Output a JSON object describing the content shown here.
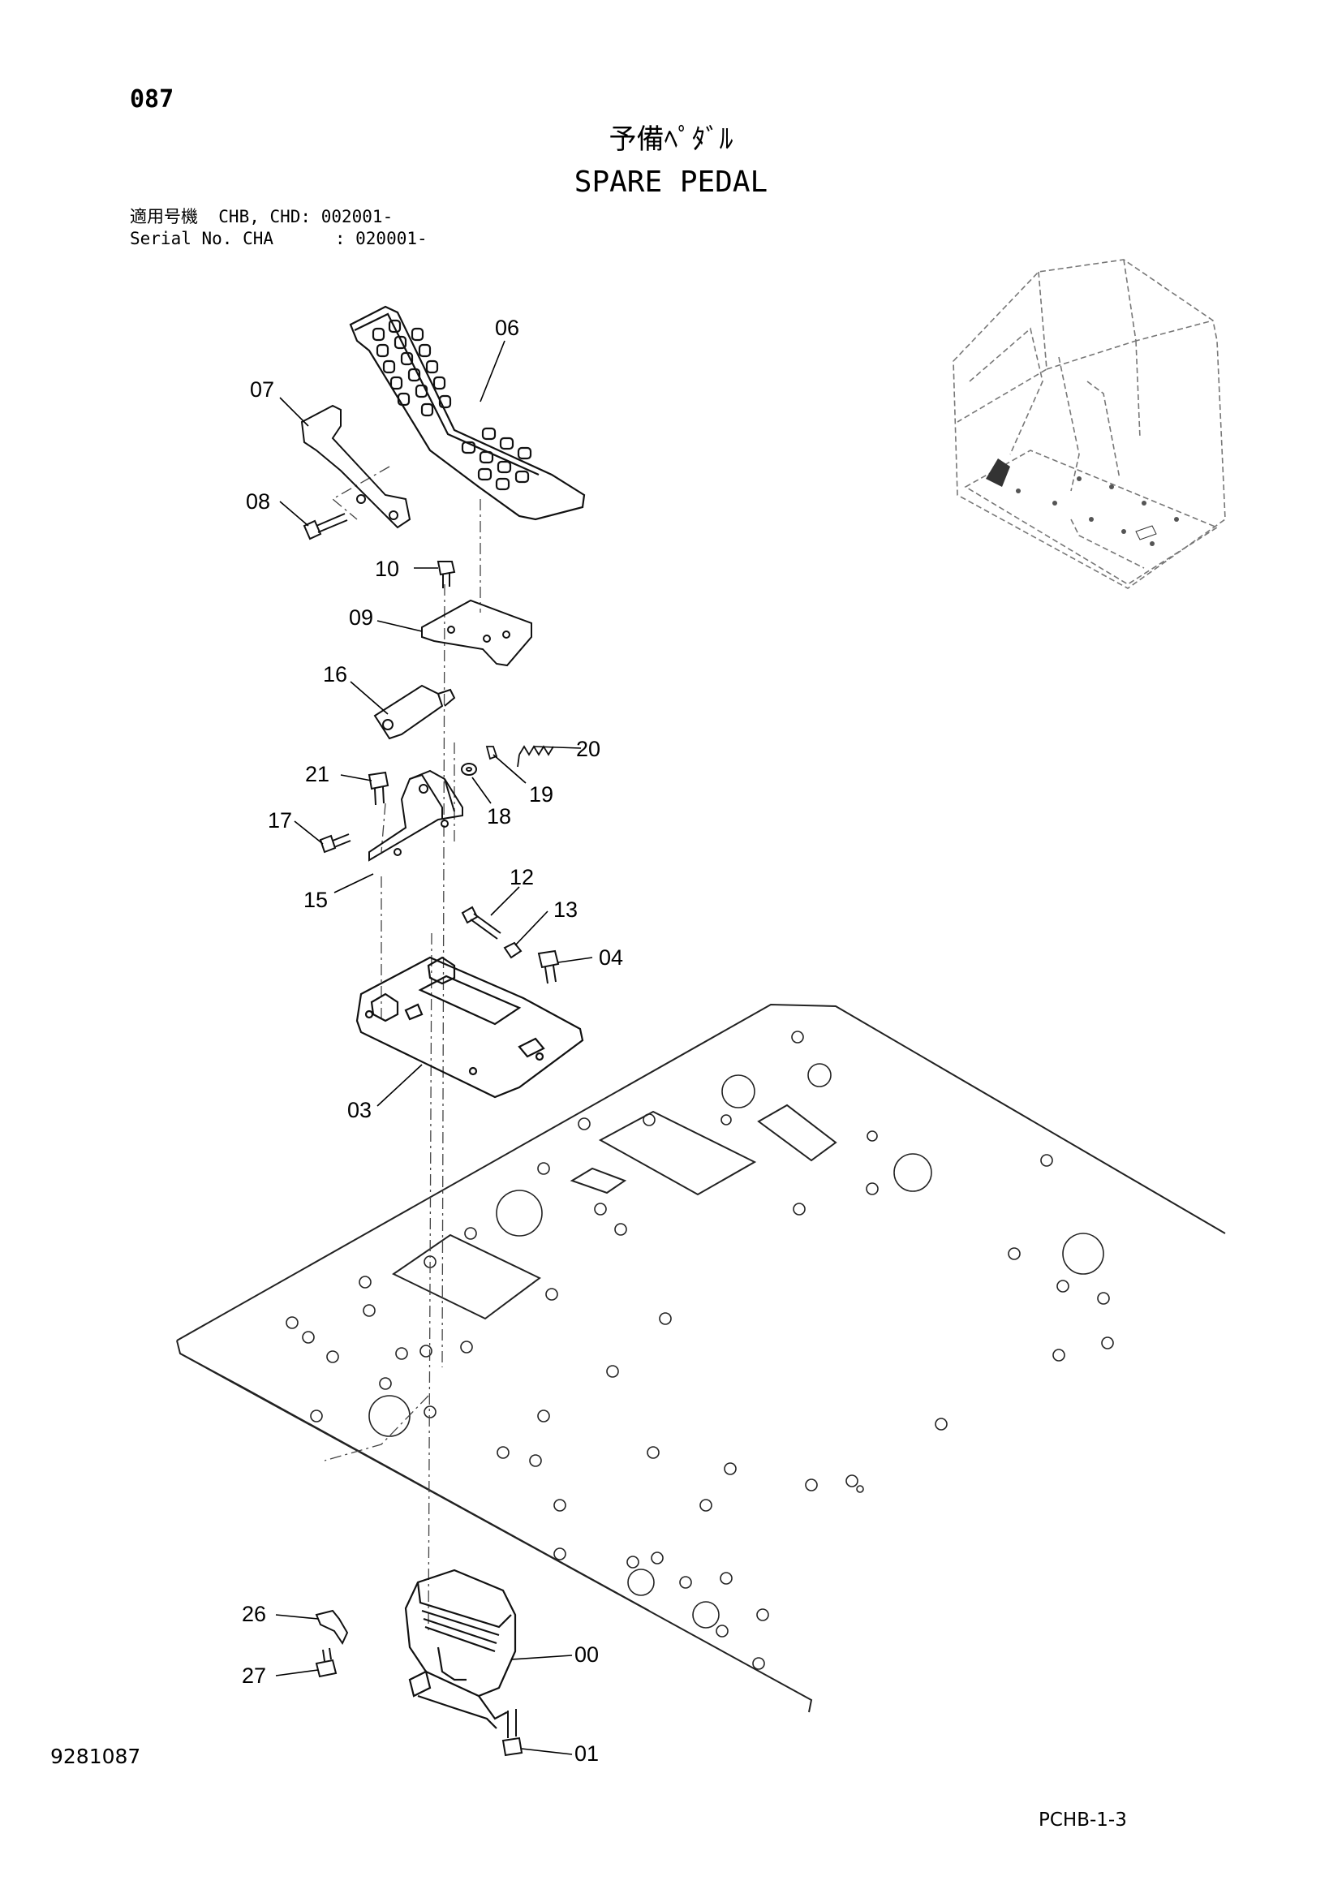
{
  "header": {
    "page_number": "087",
    "title_jp": "予備ﾍﾟﾀﾞﾙ",
    "title_en": "SPARE PEDAL",
    "applicability_line1": "適用号機  CHB, CHD: 002001-",
    "applicability_line2": "Serial No. CHA      : 020001-"
  },
  "footer": {
    "doc_number": "9281087",
    "sheet_ref": "PCHB-1-3"
  },
  "callouts": [
    "06",
    "07",
    "08",
    "10",
    "09",
    "16",
    "20",
    "19",
    "21",
    "18",
    "17",
    "15",
    "12",
    "13",
    "04",
    "03",
    "26",
    "00",
    "27",
    "01"
  ]
}
